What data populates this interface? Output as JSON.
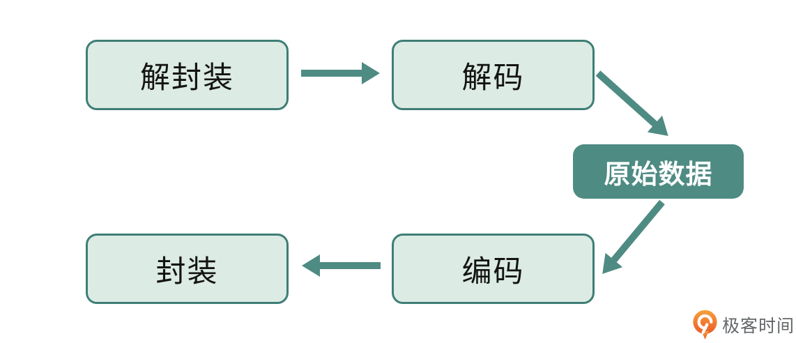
{
  "diagram": {
    "nodes": [
      {
        "id": "demux",
        "label": "解封装",
        "style": "light"
      },
      {
        "id": "decode",
        "label": "解码",
        "style": "light"
      },
      {
        "id": "raw",
        "label": "原始数据",
        "style": "dark"
      },
      {
        "id": "encode",
        "label": "编码",
        "style": "light"
      },
      {
        "id": "mux",
        "label": "封装",
        "style": "light"
      }
    ],
    "edges": [
      {
        "from": "解封装",
        "to": "解码"
      },
      {
        "from": "解码",
        "to": "原始数据"
      },
      {
        "from": "原始数据",
        "to": "编码"
      },
      {
        "from": "编码",
        "to": "封装"
      }
    ],
    "colors": {
      "node_fill": "#dcebe3",
      "node_border": "#3e7e76",
      "node_text": "#141414",
      "dark_node_fill": "#4e8b83",
      "dark_node_text": "#ffffff",
      "arrow": "#4e8b83"
    }
  },
  "watermark": {
    "text": "极客时间",
    "icon": "geek-time-logo-icon",
    "text_color": "#63676a",
    "icon_color_top": "#f6a13c",
    "icon_color_bottom": "#ea5b28"
  }
}
